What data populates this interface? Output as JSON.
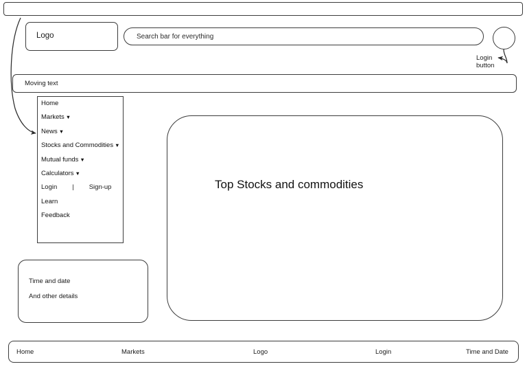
{
  "page": {
    "kind": "website-wireframe",
    "background_color": "#ffffff",
    "line_color": "#3b3b3b",
    "text_color": "#1a1a1a"
  },
  "top_bar": {
    "label": ""
  },
  "header": {
    "logo_label": "Logo",
    "search": {
      "placeholder": "Search bar for everything",
      "value": "Search bar for everything"
    },
    "login_button": {
      "shape": "circle",
      "annotation_line_1": "Login",
      "annotation_line_2": "button"
    }
  },
  "ticker": {
    "label": "Moving text"
  },
  "nav_menu": {
    "items": [
      {
        "label": "Home",
        "has_caret": false
      },
      {
        "label": "Markets",
        "has_caret": true
      },
      {
        "label": "News",
        "has_caret": true
      },
      {
        "label": "Stocks and Commodities",
        "has_caret": true
      },
      {
        "label": "Mutual funds",
        "has_caret": true
      },
      {
        "label": "Calculators",
        "has_caret": true
      }
    ],
    "auth_row": {
      "login_label": "Login",
      "separator": "|",
      "signup_label": "Sign-up"
    },
    "trailing_items": [
      {
        "label": "Learn"
      },
      {
        "label": "Feedback"
      }
    ],
    "caret_glyph": "▼"
  },
  "main_panel": {
    "title": "Top Stocks and commodities"
  },
  "info_panel": {
    "line_1": "Time and date",
    "line_2": "And other details"
  },
  "footer": {
    "items": [
      {
        "label": "Home"
      },
      {
        "label": "Markets"
      },
      {
        "label": "Logo"
      },
      {
        "label": "Login"
      },
      {
        "label": "Time and Date"
      }
    ]
  }
}
